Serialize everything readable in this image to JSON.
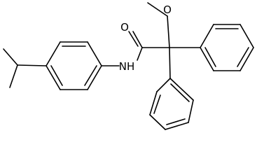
{
  "molecule": {
    "atoms": {
      "oxygen_carbonyl": "O",
      "oxygen_methoxy": "O",
      "amide_nitrogen": "NH"
    }
  }
}
